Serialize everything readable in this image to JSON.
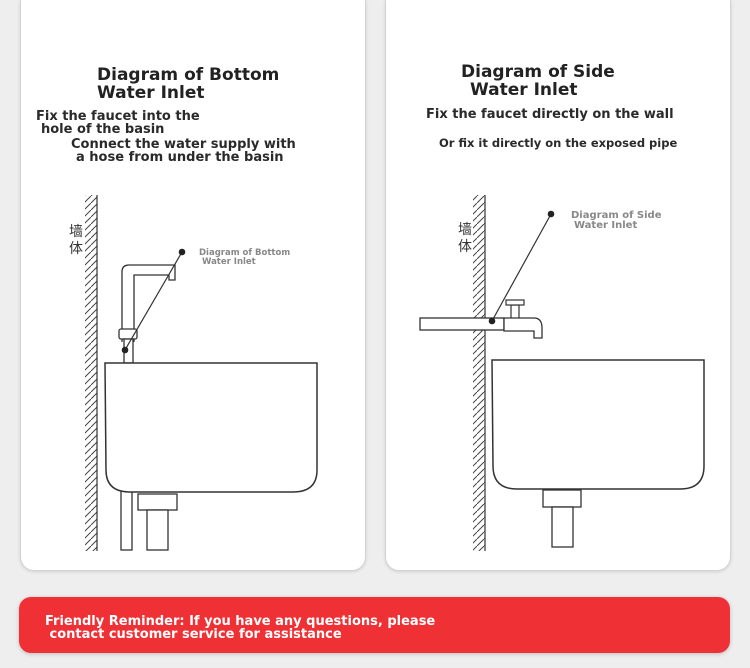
{
  "left_panel": {
    "title_line1": "Diagram of Bottom",
    "title_line2": "Water Inlet",
    "note1_line1": "Fix the faucet into the",
    "note1_line2": "hole of the basin",
    "note2_line1": "Connect the water supply with",
    "note2_line2": "a hose from under the basin",
    "wall_label": "墙体",
    "callout_line1": "Diagram of Bottom",
    "callout_line2": "Water Inlet"
  },
  "right_panel": {
    "title_line1": "Diagram of Side",
    "title_line2": "Water Inlet",
    "note1": "Fix the faucet directly on the wall",
    "note2": "Or fix it directly on the exposed pipe",
    "wall_label": "墙体",
    "callout_line1": "Diagram of Side",
    "callout_line2": "Water Inlet"
  },
  "reminder": {
    "line1": "Friendly Reminder: If you have any questions, please",
    "line2": " contact customer service for assistance"
  },
  "colors": {
    "reminder_bg": "#ef3034",
    "card_bg": "#ffffff",
    "page_bg": "#eeeeee",
    "line": "#333333"
  }
}
